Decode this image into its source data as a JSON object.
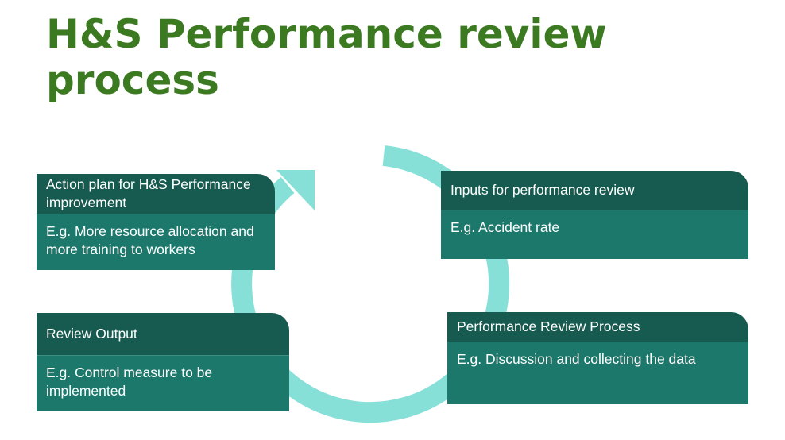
{
  "title": "H&S Performance review process",
  "colors": {
    "title": "#3c7a22",
    "card_header": "#175a4f",
    "card_body": "#1b786b",
    "cycle_arrow": "#86e0d8"
  },
  "steps": [
    {
      "heading": "Inputs for performance review",
      "example": "E.g. Accident rate"
    },
    {
      "heading": "Performance Review Process",
      "example": "E.g. Discussion and collecting the data"
    },
    {
      "heading": "Review Output",
      "example": "E.g. Control measure to be implemented"
    },
    {
      "heading": "Action plan for H&S Performance improvement",
      "example": "E.g. More resource allocation and more training to workers"
    }
  ]
}
